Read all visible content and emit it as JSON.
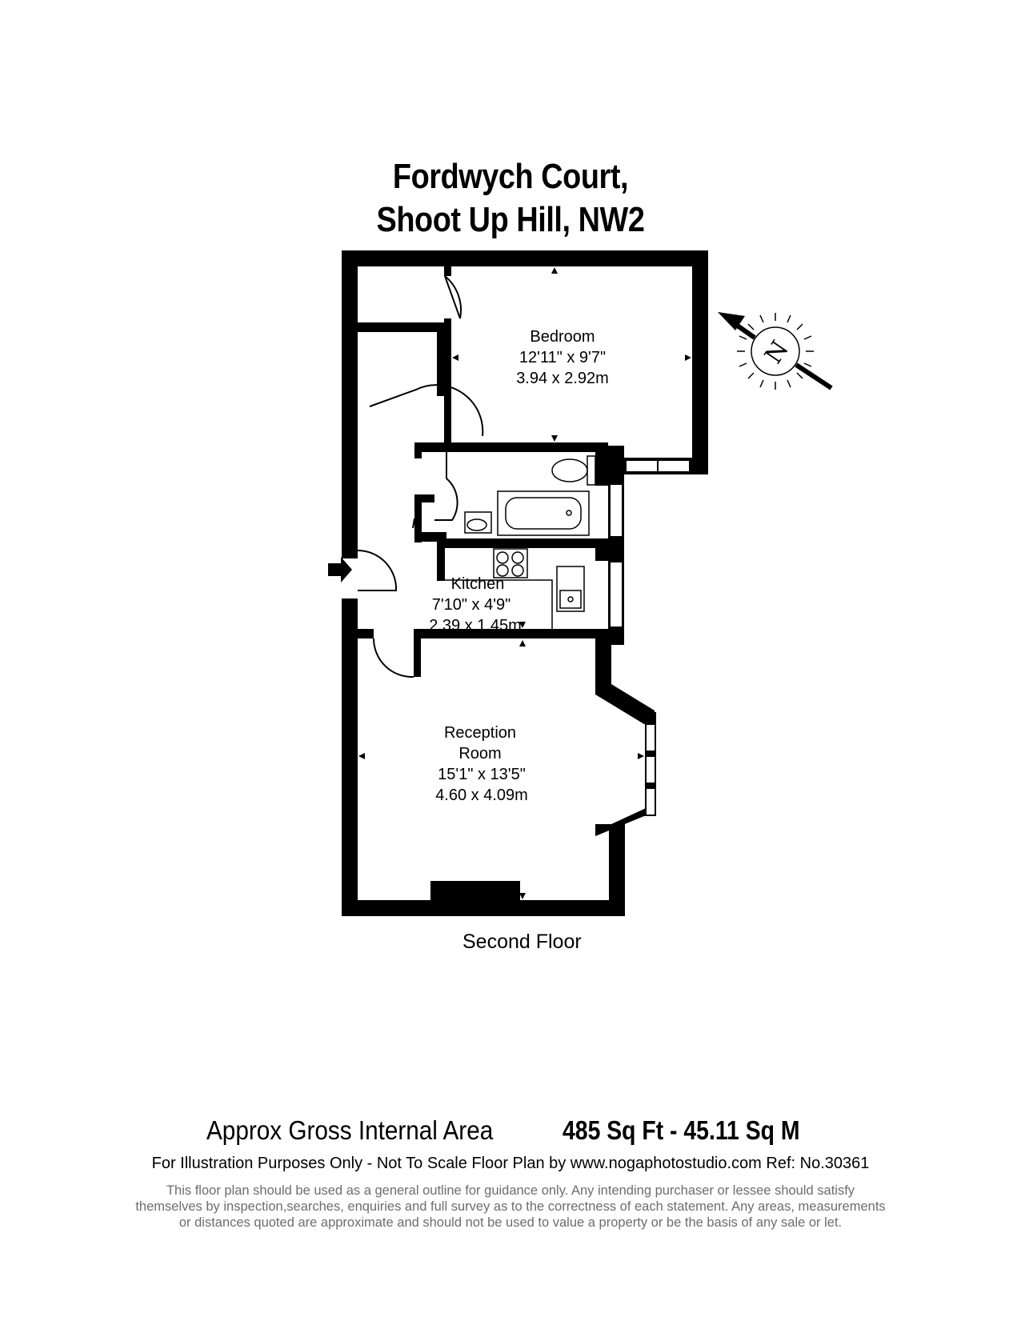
{
  "title": {
    "line1": "Fordwych Court,",
    "line2": "Shoot Up Hill, NW2"
  },
  "rooms": {
    "bedroom": {
      "name": "Bedroom",
      "imperial": "12'11\" x 9'7\"",
      "metric": "3.94 x 2.92m"
    },
    "kitchen": {
      "name": "Kitchen",
      "imperial": "7'10\" x 4'9\"",
      "metric": "2.39 x 1.45m"
    },
    "reception": {
      "name_line1": "Reception",
      "name_line2": "Room",
      "imperial": "15'1\" x 13'5\"",
      "metric": "4.60 x 4.09m"
    }
  },
  "compass": {
    "letter": "N"
  },
  "floor_label": "Second Floor",
  "area": {
    "label": "Approx Gross Internal Area",
    "value": "485 Sq Ft  -  45.11 Sq M"
  },
  "info": "For Illustration Purposes Only - Not To Scale   Floor Plan by www.nogaphotostudio.com   Ref: No.30361",
  "disclaimer": {
    "line1": "This floor plan should be used as a general outline for guidance only. Any intending purchaser or lessee should satisfy",
    "line2": "themselves by inspection,searches, enquiries and full survey as to the correctness of each statement. Any areas, measurements",
    "line3": "or distances quoted are approximate and should not be used to value a property or be the basis of any sale or let."
  },
  "colors": {
    "wall": "#000000",
    "background": "#ffffff",
    "disclaimer_text": "#6d6d6d"
  }
}
